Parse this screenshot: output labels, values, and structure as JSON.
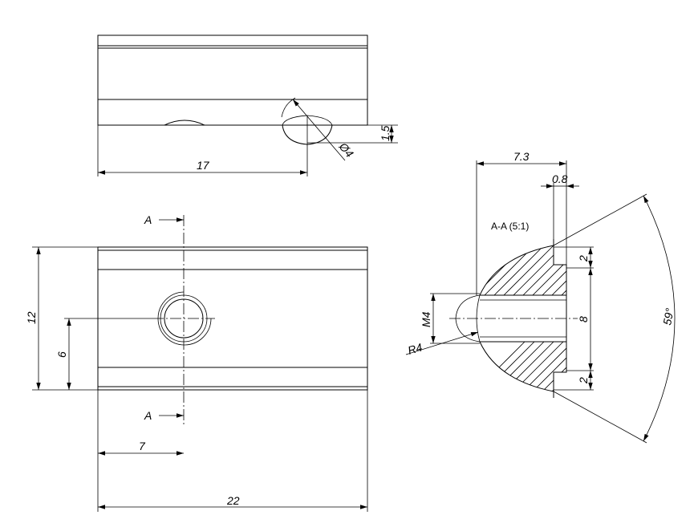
{
  "top_view": {
    "dim_length_17": "17",
    "dim_height_15": "1.5",
    "dim_dia_4": "Ø4"
  },
  "front_view": {
    "section_mark_top": "A",
    "section_mark_bottom": "A",
    "dim_height_12": "12",
    "dim_height_6": "6",
    "dim_width_7": "7",
    "dim_width_22": "22"
  },
  "section_view": {
    "title": "A-A (5:1)",
    "dim_73": "7.3",
    "dim_08": "0.8",
    "dim_2_top": "2",
    "dim_8": "8",
    "dim_2_bottom": "2",
    "dim_m4": "M4",
    "dim_r4": "R4",
    "dim_angle": "59°"
  }
}
